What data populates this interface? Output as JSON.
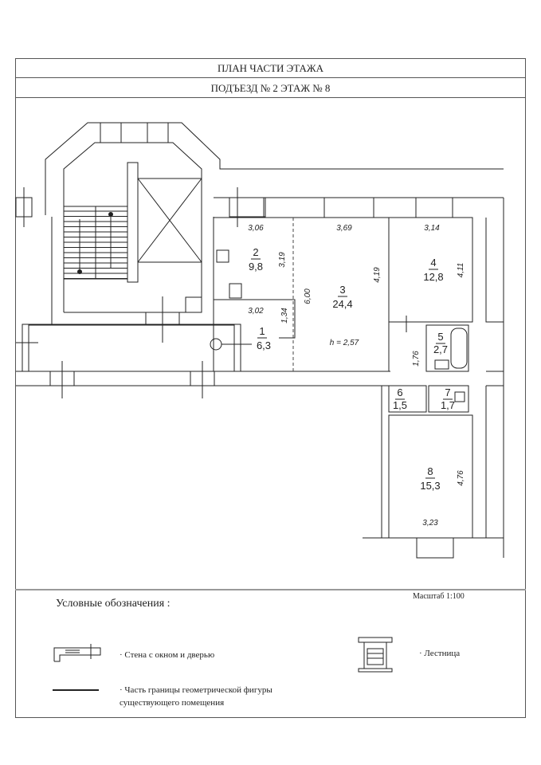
{
  "header": {
    "title": "ПЛАН ЧАСТИ ЭТАЖА",
    "subtitle": "ПОДЪЕЗД  № 2 ЭТАЖ № 8"
  },
  "rooms": [
    {
      "number": "1",
      "area": "6,3"
    },
    {
      "number": "2",
      "area": "9,8"
    },
    {
      "number": "3",
      "area": "24,4"
    },
    {
      "number": "4",
      "area": "12,8"
    },
    {
      "number": "5",
      "area": "2,7"
    },
    {
      "number": "6",
      "area": "1,5"
    },
    {
      "number": "7",
      "area": "1,7"
    },
    {
      "number": "8",
      "area": "15,3"
    }
  ],
  "dimensions": {
    "d306": "3,06",
    "d369": "3,69",
    "d314": "3,14",
    "d319": "3,19",
    "d419": "4,19",
    "d411": "4,11",
    "d600": "6,00",
    "d302": "3,02",
    "d134": "1,34",
    "d176": "1,76",
    "d476": "4,76",
    "d323": "3,23",
    "height": "h = 2,57"
  },
  "legend": {
    "title": "Условные обозначения :",
    "scale": "Масштаб 1:100",
    "wall": "· Стена с окном и дверью",
    "stairs": "· Лестница",
    "boundary_line1": "· Часть границы геометрической фигуры",
    "boundary_line2": "существующего помещения"
  }
}
